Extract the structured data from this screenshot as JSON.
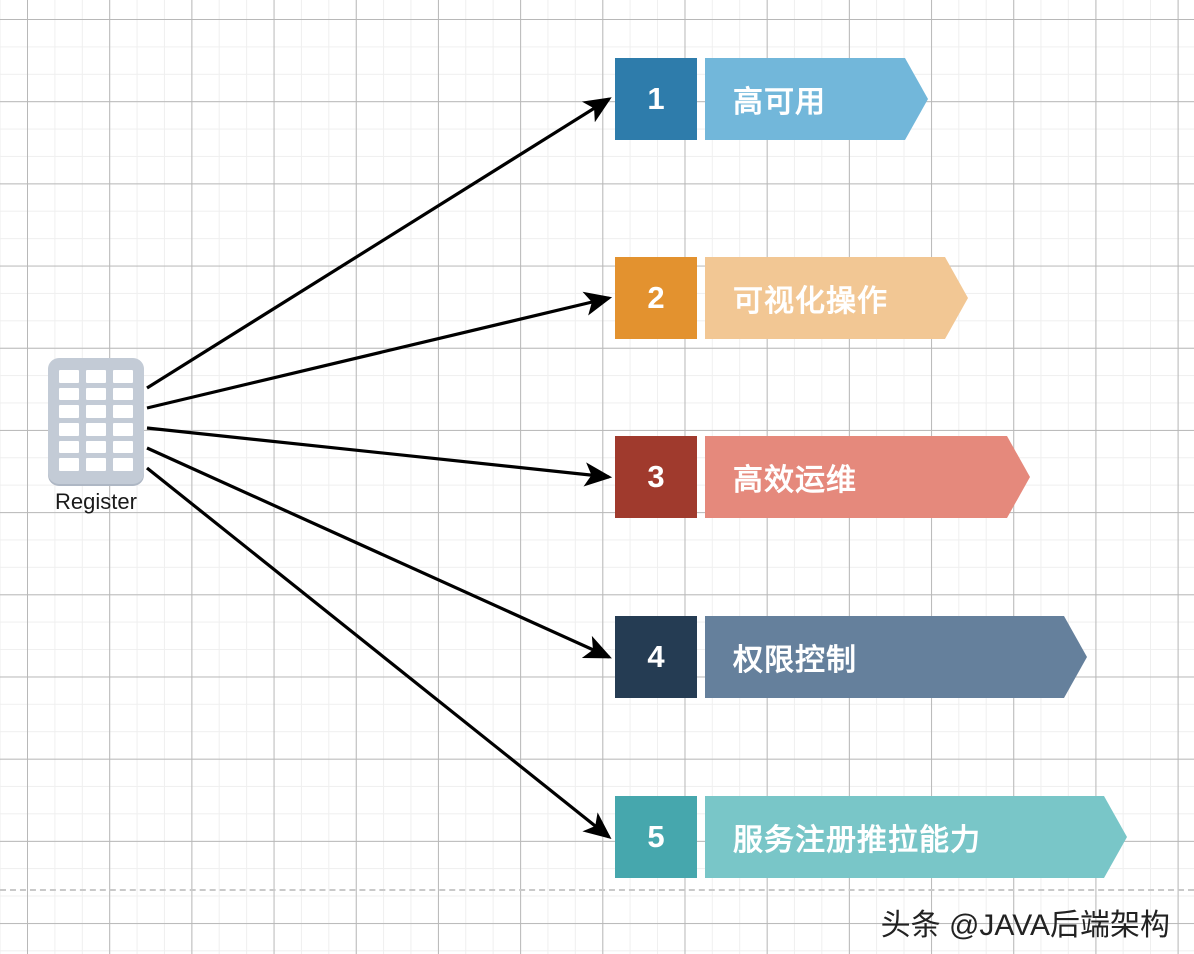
{
  "diagram": {
    "title": "Register capabilities fan-out diagram",
    "background": {
      "grid_major_color": "#b8b8b8",
      "grid_minor_color": "#efefef",
      "page_color": "#ffffff"
    },
    "source_node": {
      "icon": "server-rack-icon",
      "label": "Register",
      "body_color": "#c3cbd6",
      "slot_color": "#ffffff",
      "slot_columns": 3,
      "slot_rows": 6
    },
    "connector": {
      "count": 5,
      "style": "solid-arrow",
      "color": "#000000"
    },
    "banners": [
      {
        "number": "1",
        "label": "高可用",
        "num_color": "#2e7cab",
        "band_color": "#72b7da"
      },
      {
        "number": "2",
        "label": "可视化操作",
        "num_color": "#e3922f",
        "band_color": "#f2c794"
      },
      {
        "number": "3",
        "label": "高效运维",
        "num_color": "#a03a2d",
        "band_color": "#e5897c"
      },
      {
        "number": "4",
        "label": "权限控制",
        "num_color": "#253c53",
        "band_color": "#65809c"
      },
      {
        "number": "5",
        "label": "服务注册推拉能力",
        "num_color": "#46a7ad",
        "band_color": "#79c6c8"
      }
    ],
    "footer": {
      "watermark": "头条 @JAVA后端架构"
    }
  }
}
